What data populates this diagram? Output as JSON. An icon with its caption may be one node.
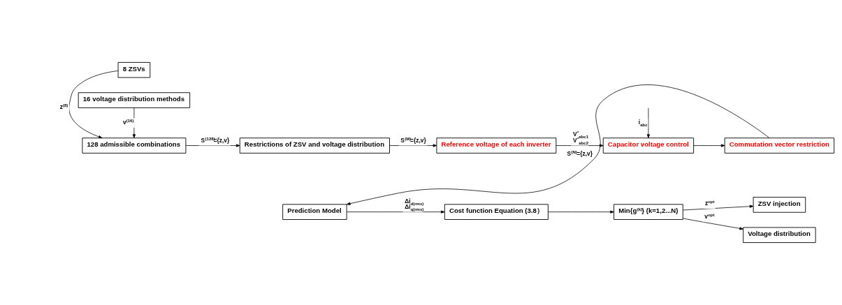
{
  "diagram": {
    "nodes": [
      {
        "text": [
          "8 ZSVs"
        ]
      },
      {
        "text": [
          "128 admissible combinations"
        ]
      },
      {
        "text": [
          "16 voltage distribution methods"
        ]
      },
      {
        "text": [
          "Restrictions of ZSV and voltage distribution"
        ]
      },
      {
        "text": [
          "Reference voltage of each inverter"
        ]
      },
      {
        "text": [
          "Capacitor voltage control"
        ]
      },
      {
        "text": [
          "Commutation vector restriction"
        ]
      },
      {
        "text": [
          "Prediction Model"
        ]
      },
      {
        "text": [
          "Cost function Equation (3.8）"
        ]
      },
      {
        "text": [
          "Min{g$^{(k)}$} (k=1,2...N)"
        ]
      },
      {
        "text": [
          "ZSV injection"
        ]
      },
      {
        "text": [
          "Voltage distribution"
        ]
      }
    ],
    "edges": [
      {
        "from": 0,
        "to": 1,
        "arrow": "to",
        "label": "z$^{(8)}$"
      },
      {
        "from": 2,
        "to": 1,
        "arrow": "to",
        "label": "v$^{(16)}$"
      },
      {
        "from": 1,
        "to": 3,
        "arrow": "to",
        "label": "S$^{(128)}$={z,v}"
      },
      {
        "from": 3,
        "to": 4,
        "arrow": "to",
        "label": "S$^{(M)}$={z,v}"
      },
      {
        "from": 4,
        "to": 5,
        "arrow": "to",
        "label": "V$^{*}$$_{abc1}$ V$^{*}$$_{abc2}$"
      },
      {
        "from": null,
        "to": 5,
        "arrow": "to",
        "label": "i$_{abc}$"
      },
      {
        "from": 5,
        "to": 6,
        "arrow": "to"
      },
      {
        "from": 6,
        "to": 7,
        "arrow": "to",
        "label": "S$^{(N)}$={z,v}"
      },
      {
        "from": 7,
        "to": 8,
        "arrow": "to",
        "label": "Δi$_{d(rms)}$ Δi$_{q(rms)}$"
      },
      {
        "from": 8,
        "to": 9,
        "arrow": "to"
      },
      {
        "from": 9,
        "to": 10,
        "arrow": "to",
        "label": "z$^{opt}$"
      },
      {
        "from": 9,
        "to": 11,
        "arrow": "to",
        "label": "v$^{opt}$"
      }
    ]
  }
}
